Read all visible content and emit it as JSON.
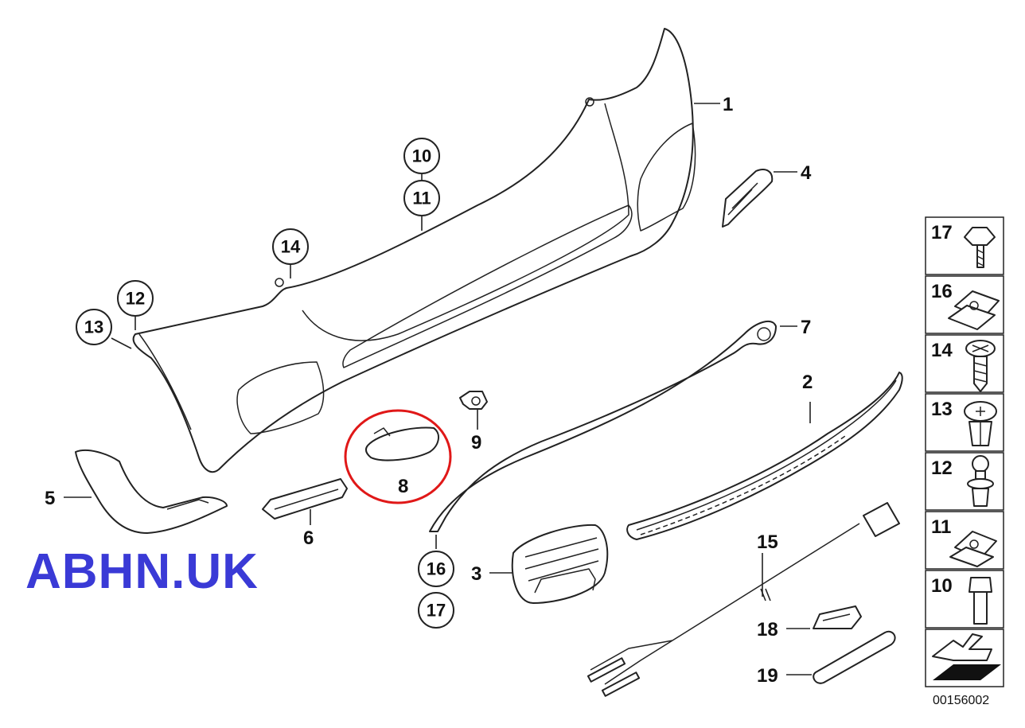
{
  "diagram": {
    "reference_code": "00156002",
    "watermark": "ABHN.UK",
    "highlight_color": "#e01818",
    "watermark_color": "#3a3ad6",
    "part_labels": {
      "p1": "1",
      "p2": "2",
      "p3": "3",
      "p4": "4",
      "p5": "5",
      "p6": "6",
      "p7": "7",
      "p8": "8",
      "p9": "9",
      "p15": "15",
      "p18": "18",
      "p19": "19"
    },
    "callouts": {
      "c10": "10",
      "c11": "11",
      "c12": "12",
      "c13": "13",
      "c14": "14",
      "c16": "16",
      "c17": "17"
    },
    "legend": [
      "17",
      "16",
      "14",
      "13",
      "12",
      "11",
      "10"
    ]
  }
}
